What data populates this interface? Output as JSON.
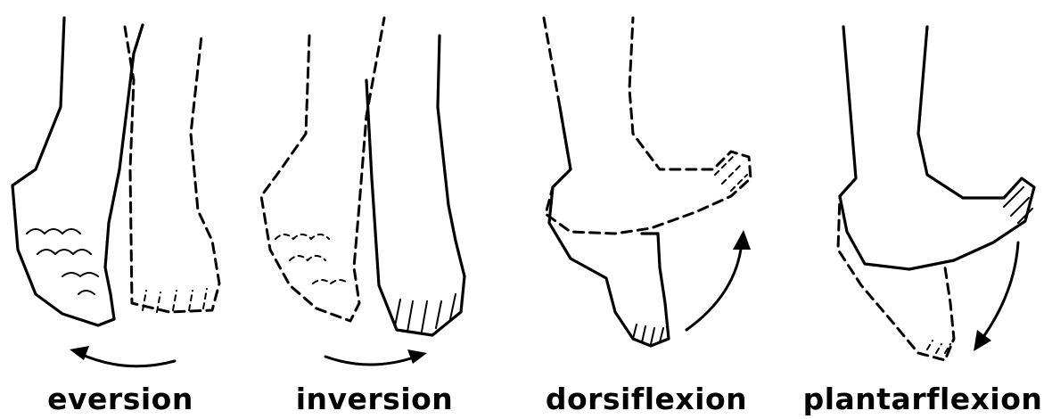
{
  "figure": {
    "labels": {
      "eversion": "eversion",
      "inversion": "inversion",
      "dorsiflexion": "dorsiflexion",
      "plantarflexion": "plantarflexion"
    }
  }
}
